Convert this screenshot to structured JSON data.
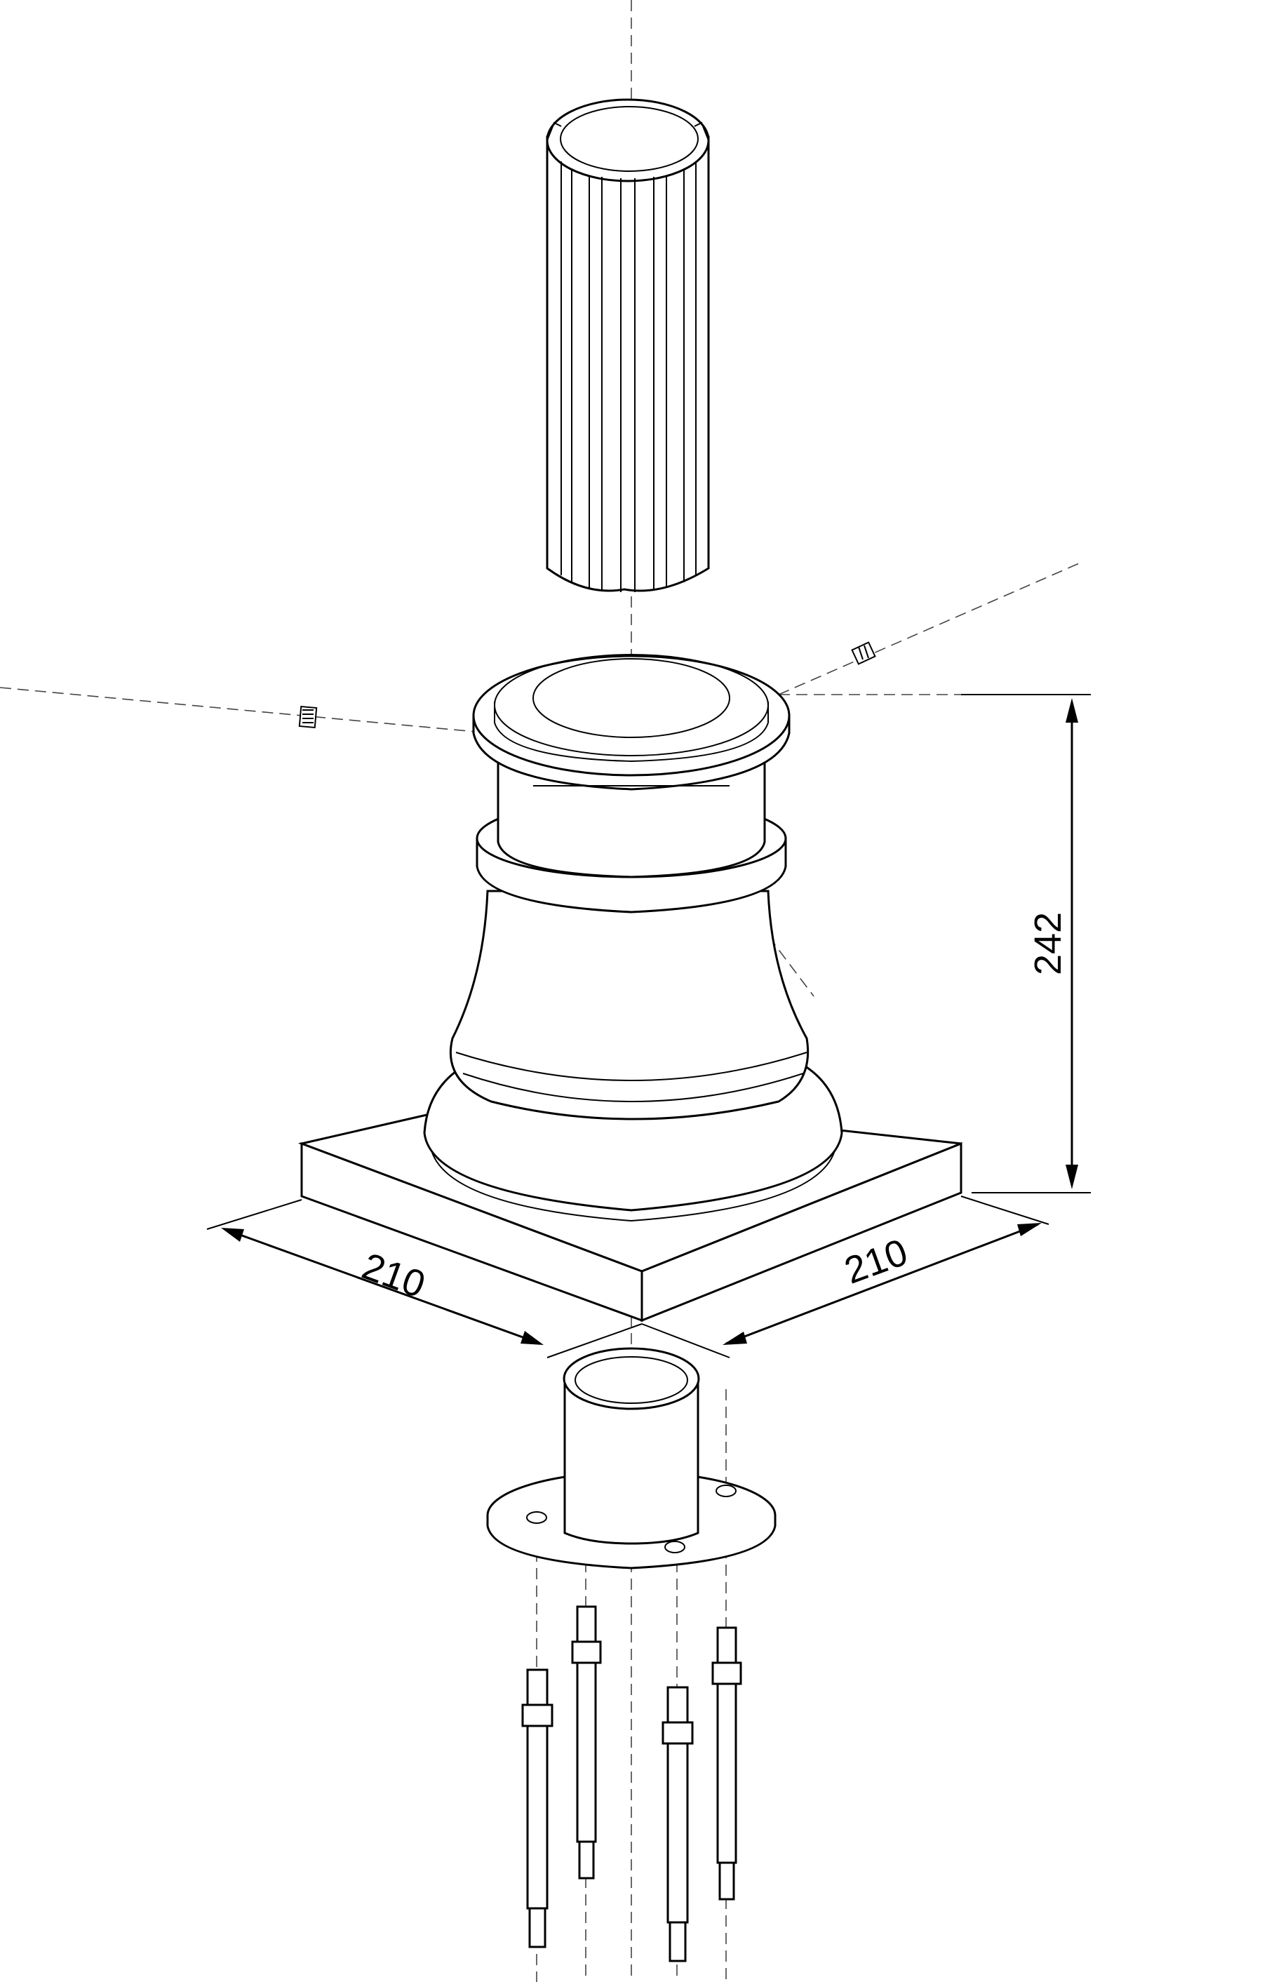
{
  "dimensions": {
    "height_label": "242",
    "base_width_left": "210",
    "base_width_right": "210"
  },
  "colors": {
    "line": "#000000",
    "centerline": "#444444",
    "background": "#ffffff"
  }
}
